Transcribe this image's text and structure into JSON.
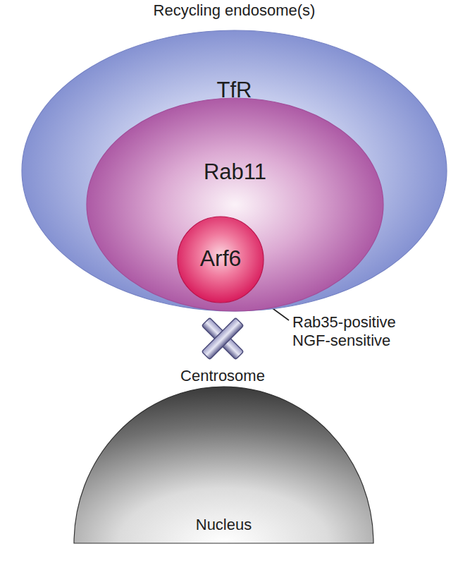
{
  "diagram": {
    "nodes": [
      {
        "text": [
          "Recycling endosome(s)",
          "TfR"
        ]
      },
      {
        "text": [
          "Rab11"
        ],
        "in": 0
      },
      {
        "text": [
          "Arf6"
        ],
        "in": 1
      },
      {
        "text": [
          "Nucleus"
        ]
      }
    ],
    "labels": [
      "Centrosome",
      "Rab35-positive NGF-sensitive"
    ]
  }
}
